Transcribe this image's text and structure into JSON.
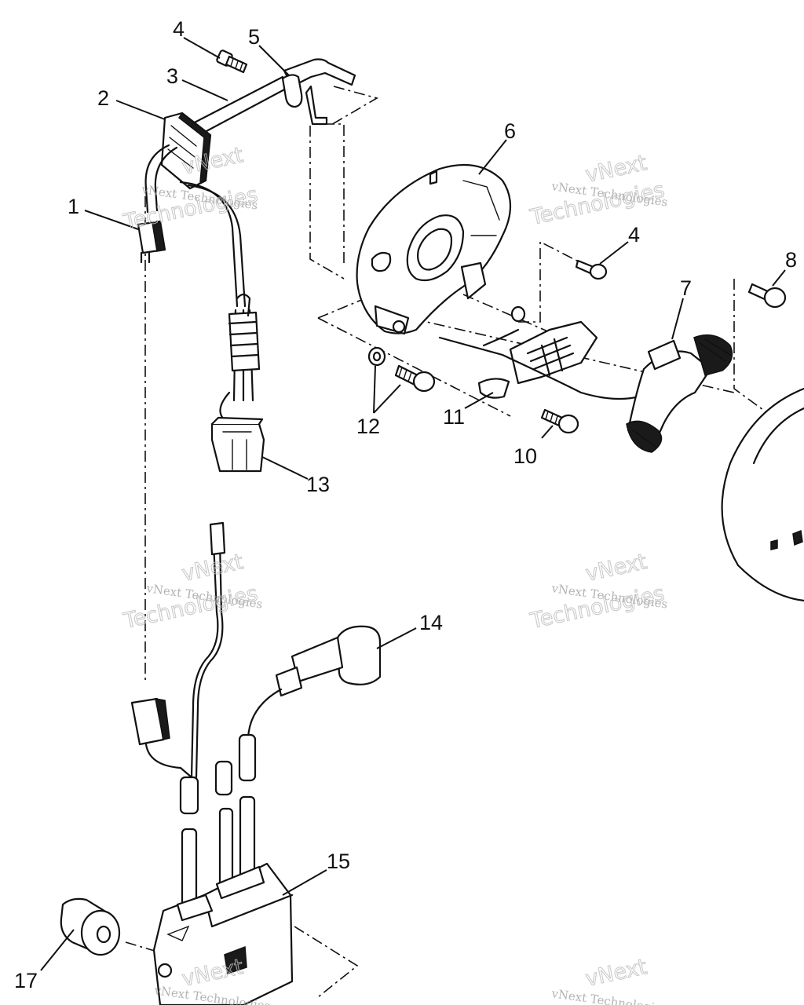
{
  "callouts": {
    "c1": "1",
    "c2": "2",
    "c3": "3",
    "c4a": "4",
    "c4b": "4",
    "c5": "5",
    "c6": "6",
    "c7": "7",
    "c8": "8",
    "c10": "10",
    "c11": "11",
    "c12": "12",
    "c13": "13",
    "c14": "14",
    "c15": "15",
    "c17": "17"
  },
  "watermark": {
    "line1": "vNext Technologies",
    "line2": "vNext",
    "line3": "Technologies"
  }
}
